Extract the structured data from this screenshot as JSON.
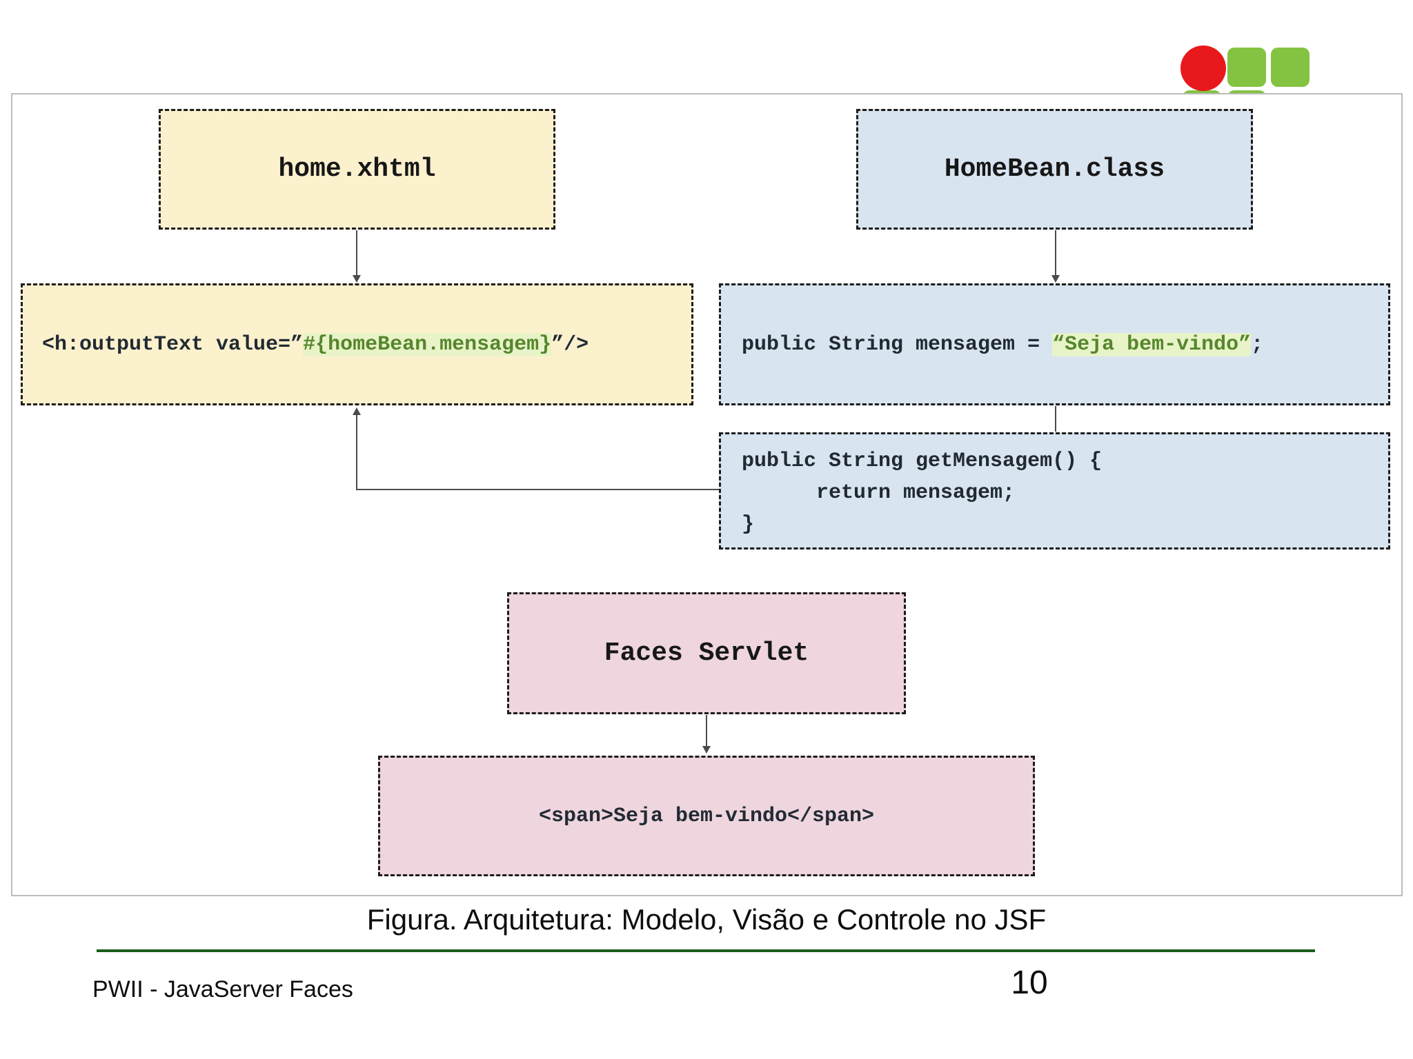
{
  "slide": {
    "caption": "Figura. Arquitetura: Modelo, Visão e Controle no JSF",
    "footer_left": "PWII - JavaServer Faces",
    "page_number": "10"
  },
  "diagram": {
    "view_file_box": {
      "label": "home.xhtml"
    },
    "bean_class_box": {
      "label": "HomeBean.class"
    },
    "view_code_box": {
      "prefix": "<h:outputText value=”",
      "expression": "#{homeBean.mensagem}",
      "suffix": "”/>"
    },
    "bean_field_box": {
      "prefix": "public String mensagem = ",
      "string_literal": "“Seja bem-vindo”",
      "suffix": ";"
    },
    "bean_getter_box": {
      "code": "public String getMensagem() {\n      return mensagem;\n}"
    },
    "servlet_box": {
      "label": "Faces Servlet"
    },
    "rendered_output_box": {
      "code": "<span>Seja bem-vindo</span>"
    }
  },
  "colors": {
    "view_box_fill": "#fcf1cd",
    "bean_box_fill": "#d8e4f0",
    "servlet_box_fill": "#eed5de",
    "dashed_border": "#1c1c1c",
    "code_dark": "#212a33",
    "code_green": "#56862c",
    "expression_highlight": "#e8f3c8",
    "separator_green": "#1a5c1a",
    "logo_red": "#e8191c",
    "logo_green": "#84c341",
    "frame_border": "#bdbdbd",
    "arrow": "#4a4a4a"
  }
}
